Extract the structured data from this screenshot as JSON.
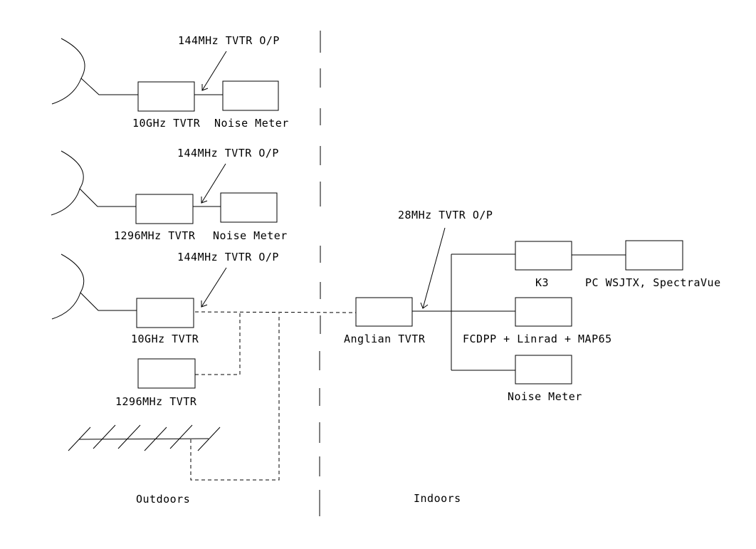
{
  "regions": {
    "outdoors": "Outdoors",
    "indoors": "Indoors"
  },
  "outdoor_chains": [
    {
      "antenna": "dish-icon",
      "transverter": "10GHz TVTR",
      "meter": "Noise Meter",
      "annotation": "144MHz TVTR O/P"
    },
    {
      "antenna": "dish-icon",
      "transverter": "1296MHz TVTR",
      "meter": "Noise Meter",
      "annotation": "144MHz TVTR O/P"
    },
    {
      "antenna": "dish-icon",
      "transverter": "10GHz TVTR",
      "annotation": "144MHz TVTR O/P"
    }
  ],
  "outdoor_extra": {
    "transverter": "1296MHz TVTR",
    "antenna": "yagi-icon"
  },
  "indoor": {
    "transverter": "Anglian TVTR",
    "annotation": "28MHz TVTR O/P",
    "receivers": [
      {
        "label": "K3"
      },
      {
        "label": "FCDPP + Linrad + MAP65"
      },
      {
        "label": "Noise Meter"
      }
    ],
    "pc": "PC WSJTX, SpectraVue"
  }
}
